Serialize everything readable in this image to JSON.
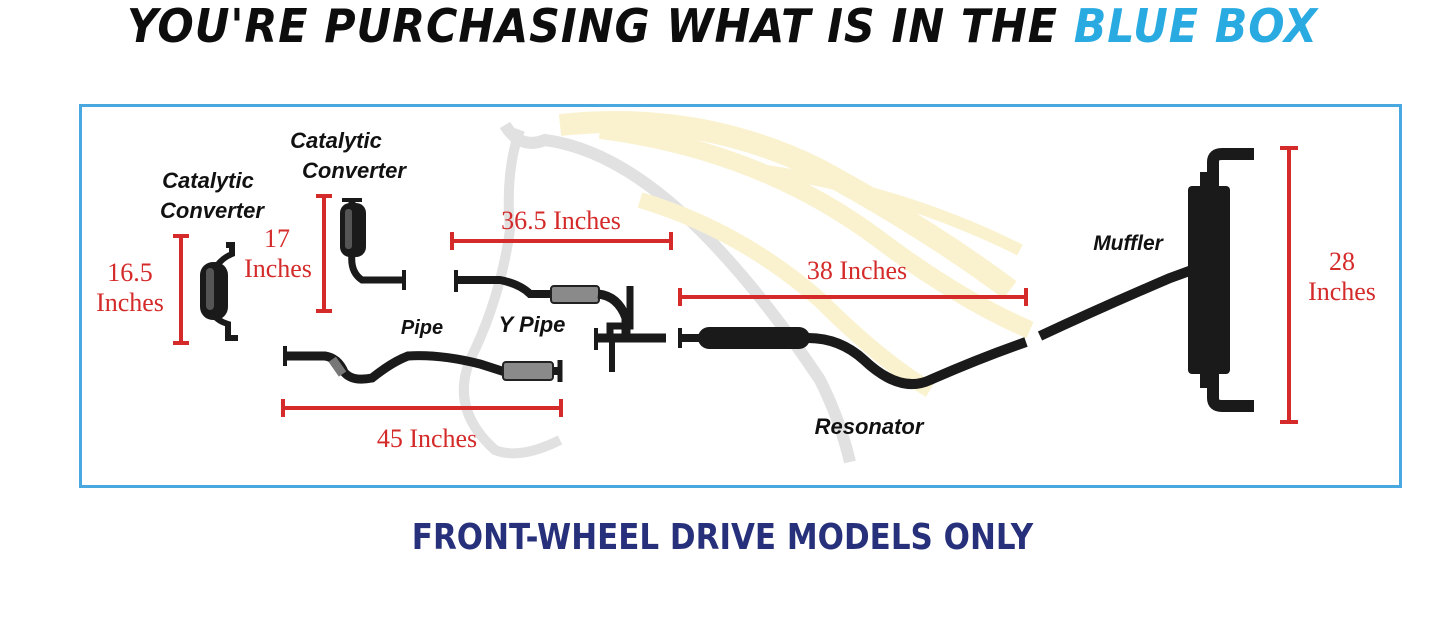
{
  "header": {
    "prefix": "YOU'RE PURCHASING WHAT IS IN THE",
    "highlight": "BLUE BOX",
    "prefix_color": "#0d0d0d",
    "highlight_color": "#29abe2"
  },
  "diagram": {
    "frame_color": "#4aa8e0",
    "dimension_color": "#d42a2a",
    "parts": {
      "cat_converter_1_line1": "Catalytic",
      "cat_converter_1_line2": "Converter",
      "cat_converter_2_line1": "Catalytic",
      "cat_converter_2_line2": "Converter",
      "pipe": "Pipe",
      "y_pipe": "Y Pipe",
      "muffler": "Muffler",
      "resonator": "Resonator"
    },
    "dimensions": {
      "cat1_value": "16.5",
      "cat1_unit": "Inches",
      "cat2_value": "17",
      "cat2_unit": "Inches",
      "y_pipe": "36.5 Inches",
      "pipe": "45 Inches",
      "resonator": "38 Inches",
      "muffler_value": "28",
      "muffler_unit": "Inches"
    }
  },
  "footer": {
    "note": "FRONT-WHEEL DRIVE MODELS ONLY",
    "color": "#27307a"
  }
}
